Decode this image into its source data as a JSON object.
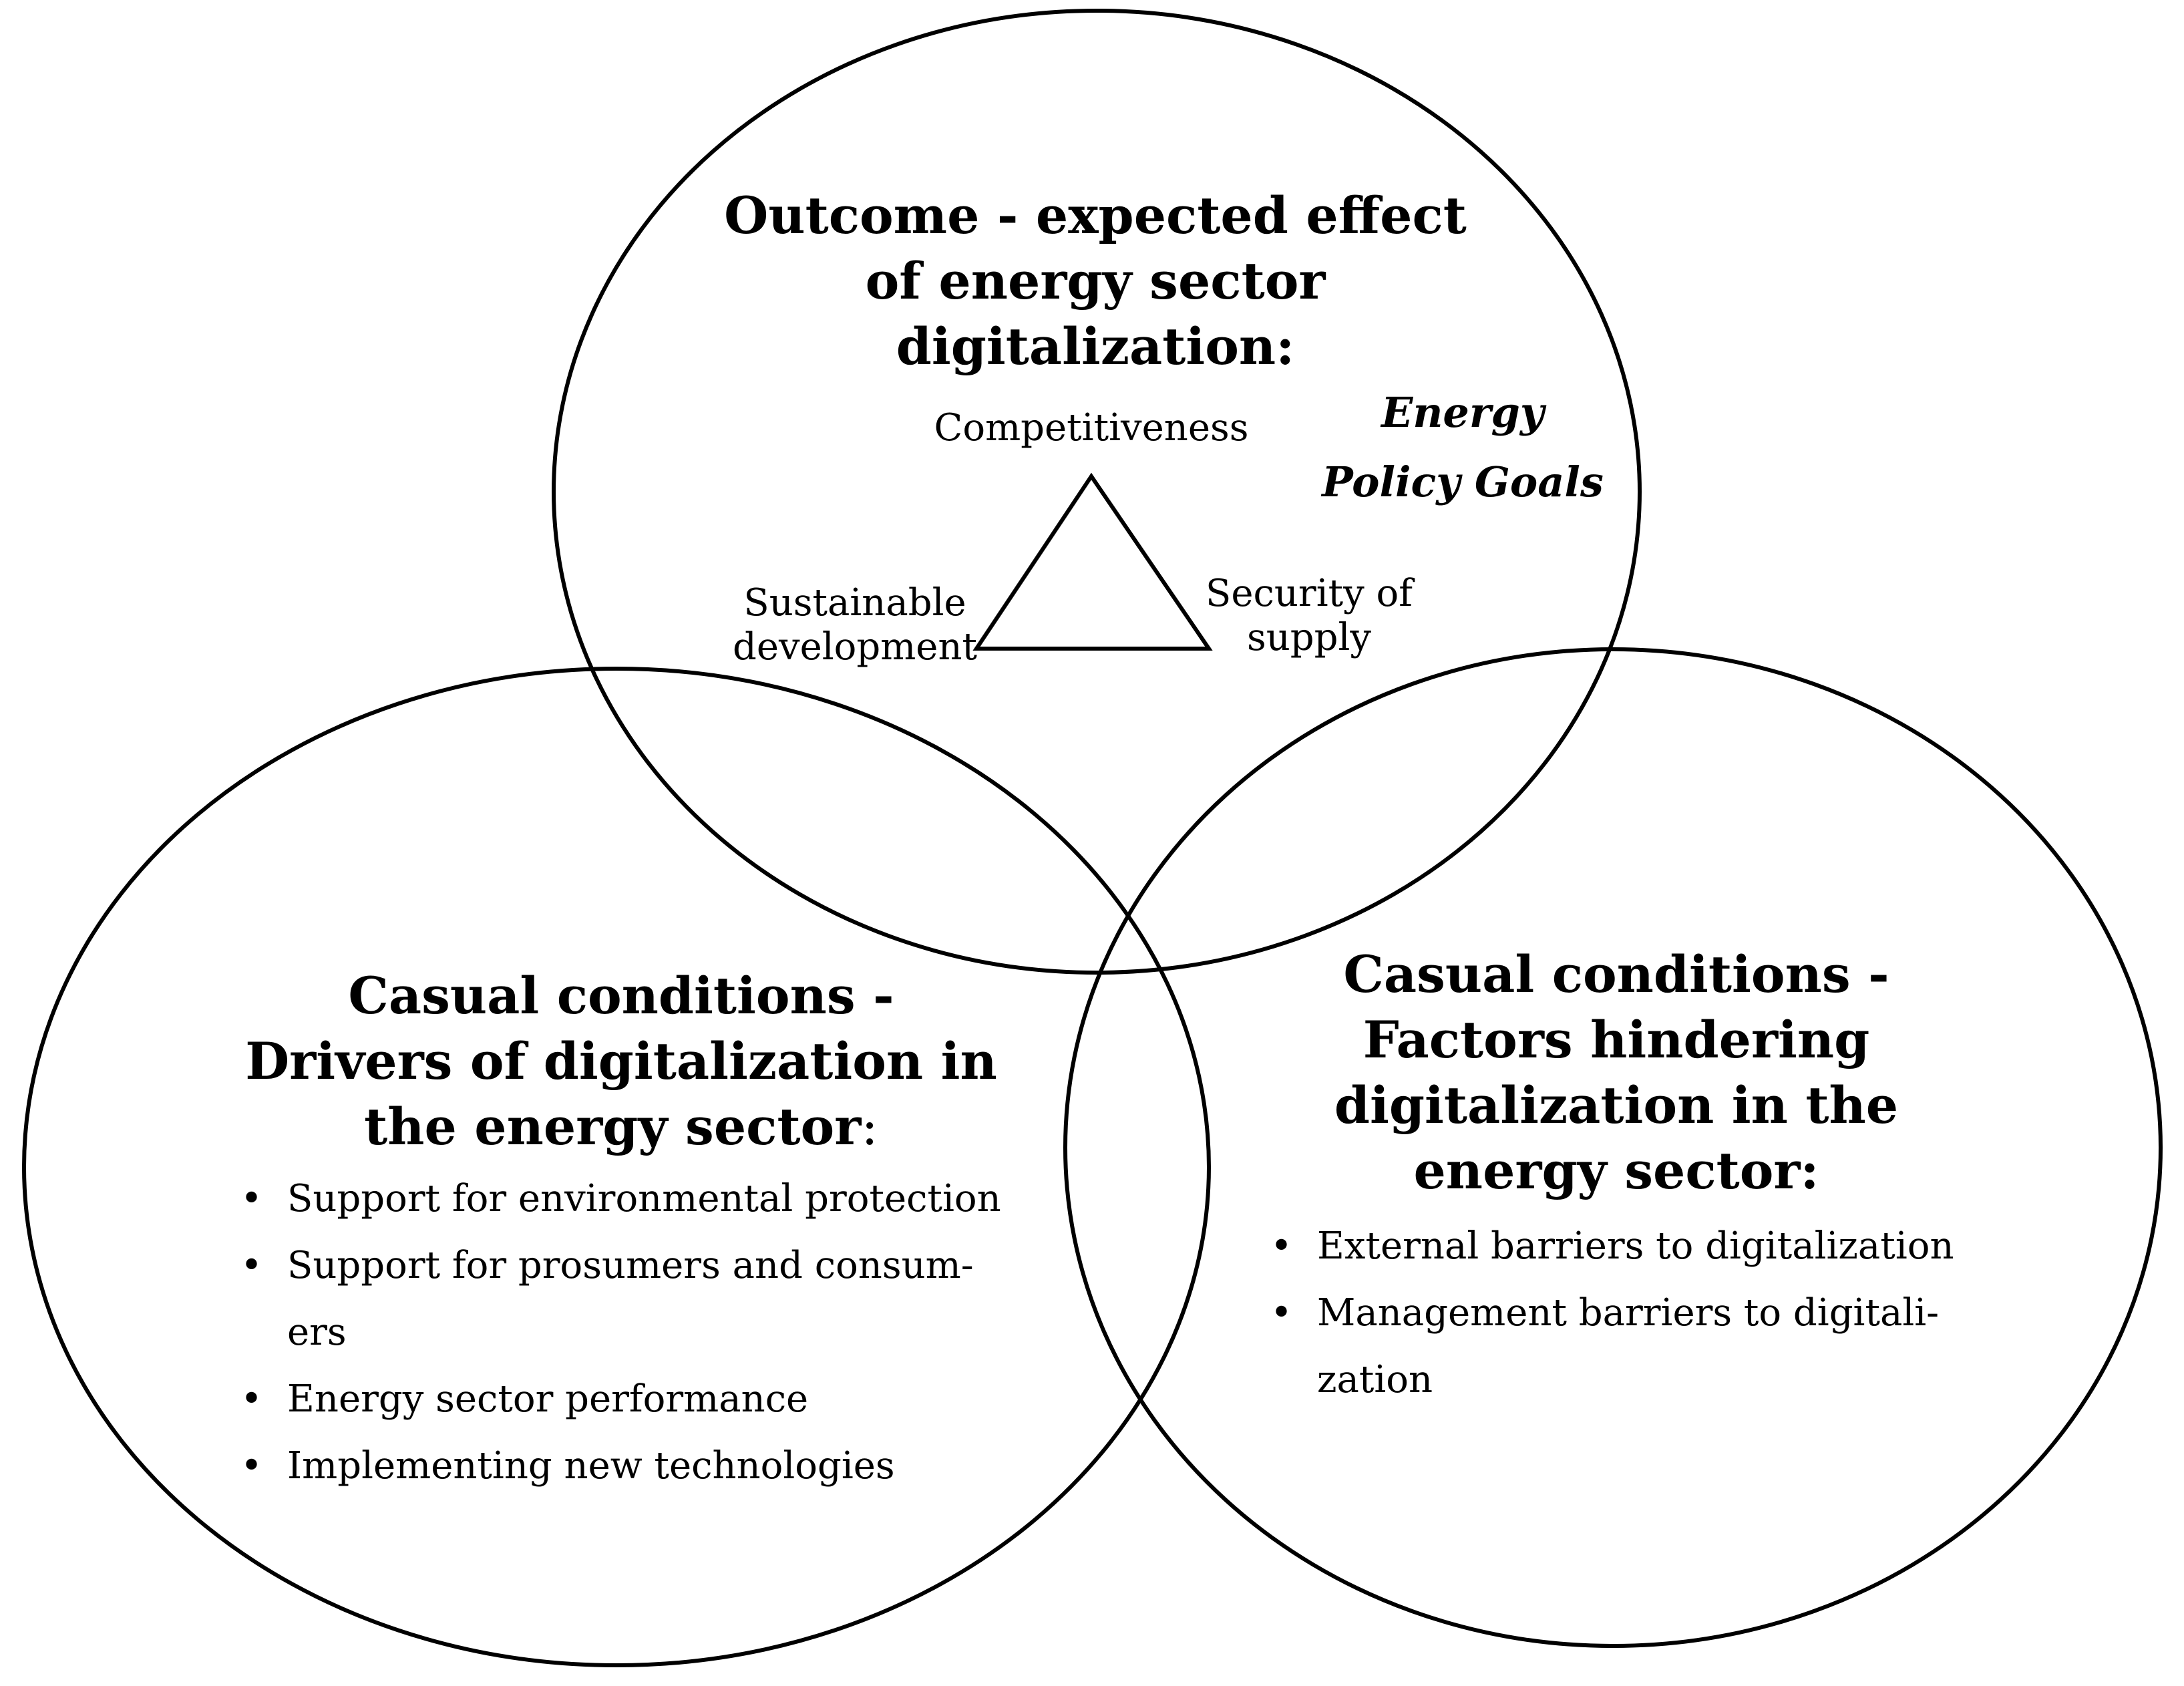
{
  "outcome": {
    "heading_lines": [
      "Outcome - expected effect",
      "of energy sector",
      "digitalization:"
    ],
    "goals_lines": [
      "Energy",
      "Policy Goals"
    ],
    "triangle": {
      "top": "Competitiveness",
      "left_lines": [
        "Sustainable",
        "development"
      ],
      "right_lines": [
        "Security of",
        "supply"
      ]
    }
  },
  "drivers": {
    "heading_lines": [
      "Casual conditions -",
      "Drivers of digitalization in",
      "the energy sector"
    ],
    "heading_suffix": ":",
    "items": [
      [
        "Support for environmental protection"
      ],
      [
        "Support for prosumers and consum-",
        "ers"
      ],
      [
        "Energy sector performance"
      ],
      [
        "Implementing new technologies"
      ]
    ]
  },
  "barriers": {
    "heading_lines": [
      "Casual conditions -",
      "Factors hindering",
      "digitalization in the",
      "energy sector:"
    ],
    "items": [
      [
        "External barriers to digitalization"
      ],
      [
        "Management barriers to digitali-",
        "zation"
      ]
    ]
  }
}
